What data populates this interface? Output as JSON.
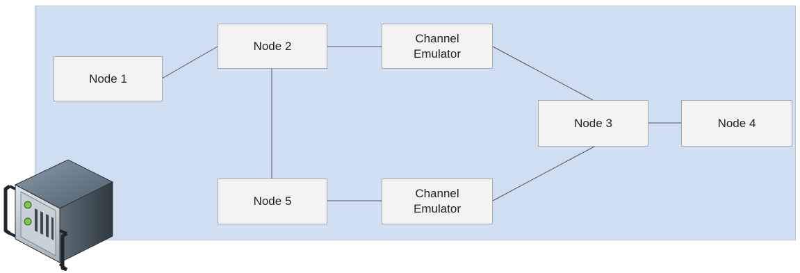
{
  "diagram": {
    "nodes": [
      {
        "id": "node1",
        "label": "Node 1"
      },
      {
        "id": "node2",
        "label": "Node 2"
      },
      {
        "id": "emu1",
        "label": "Channel\nEmulator"
      },
      {
        "id": "node3",
        "label": "Node 3"
      },
      {
        "id": "node4",
        "label": "Node 4"
      },
      {
        "id": "node5",
        "label": "Node 5"
      },
      {
        "id": "emu2",
        "label": "Channel\nEmulator"
      }
    ],
    "edges": [
      [
        "node1",
        "node2"
      ],
      [
        "node2",
        "emu1"
      ],
      [
        "emu1",
        "node3"
      ],
      [
        "node3",
        "node4"
      ],
      [
        "node2",
        "node5"
      ],
      [
        "node5",
        "emu2"
      ],
      [
        "emu2",
        "node3"
      ]
    ]
  },
  "server": {
    "icon": "server-icon"
  }
}
